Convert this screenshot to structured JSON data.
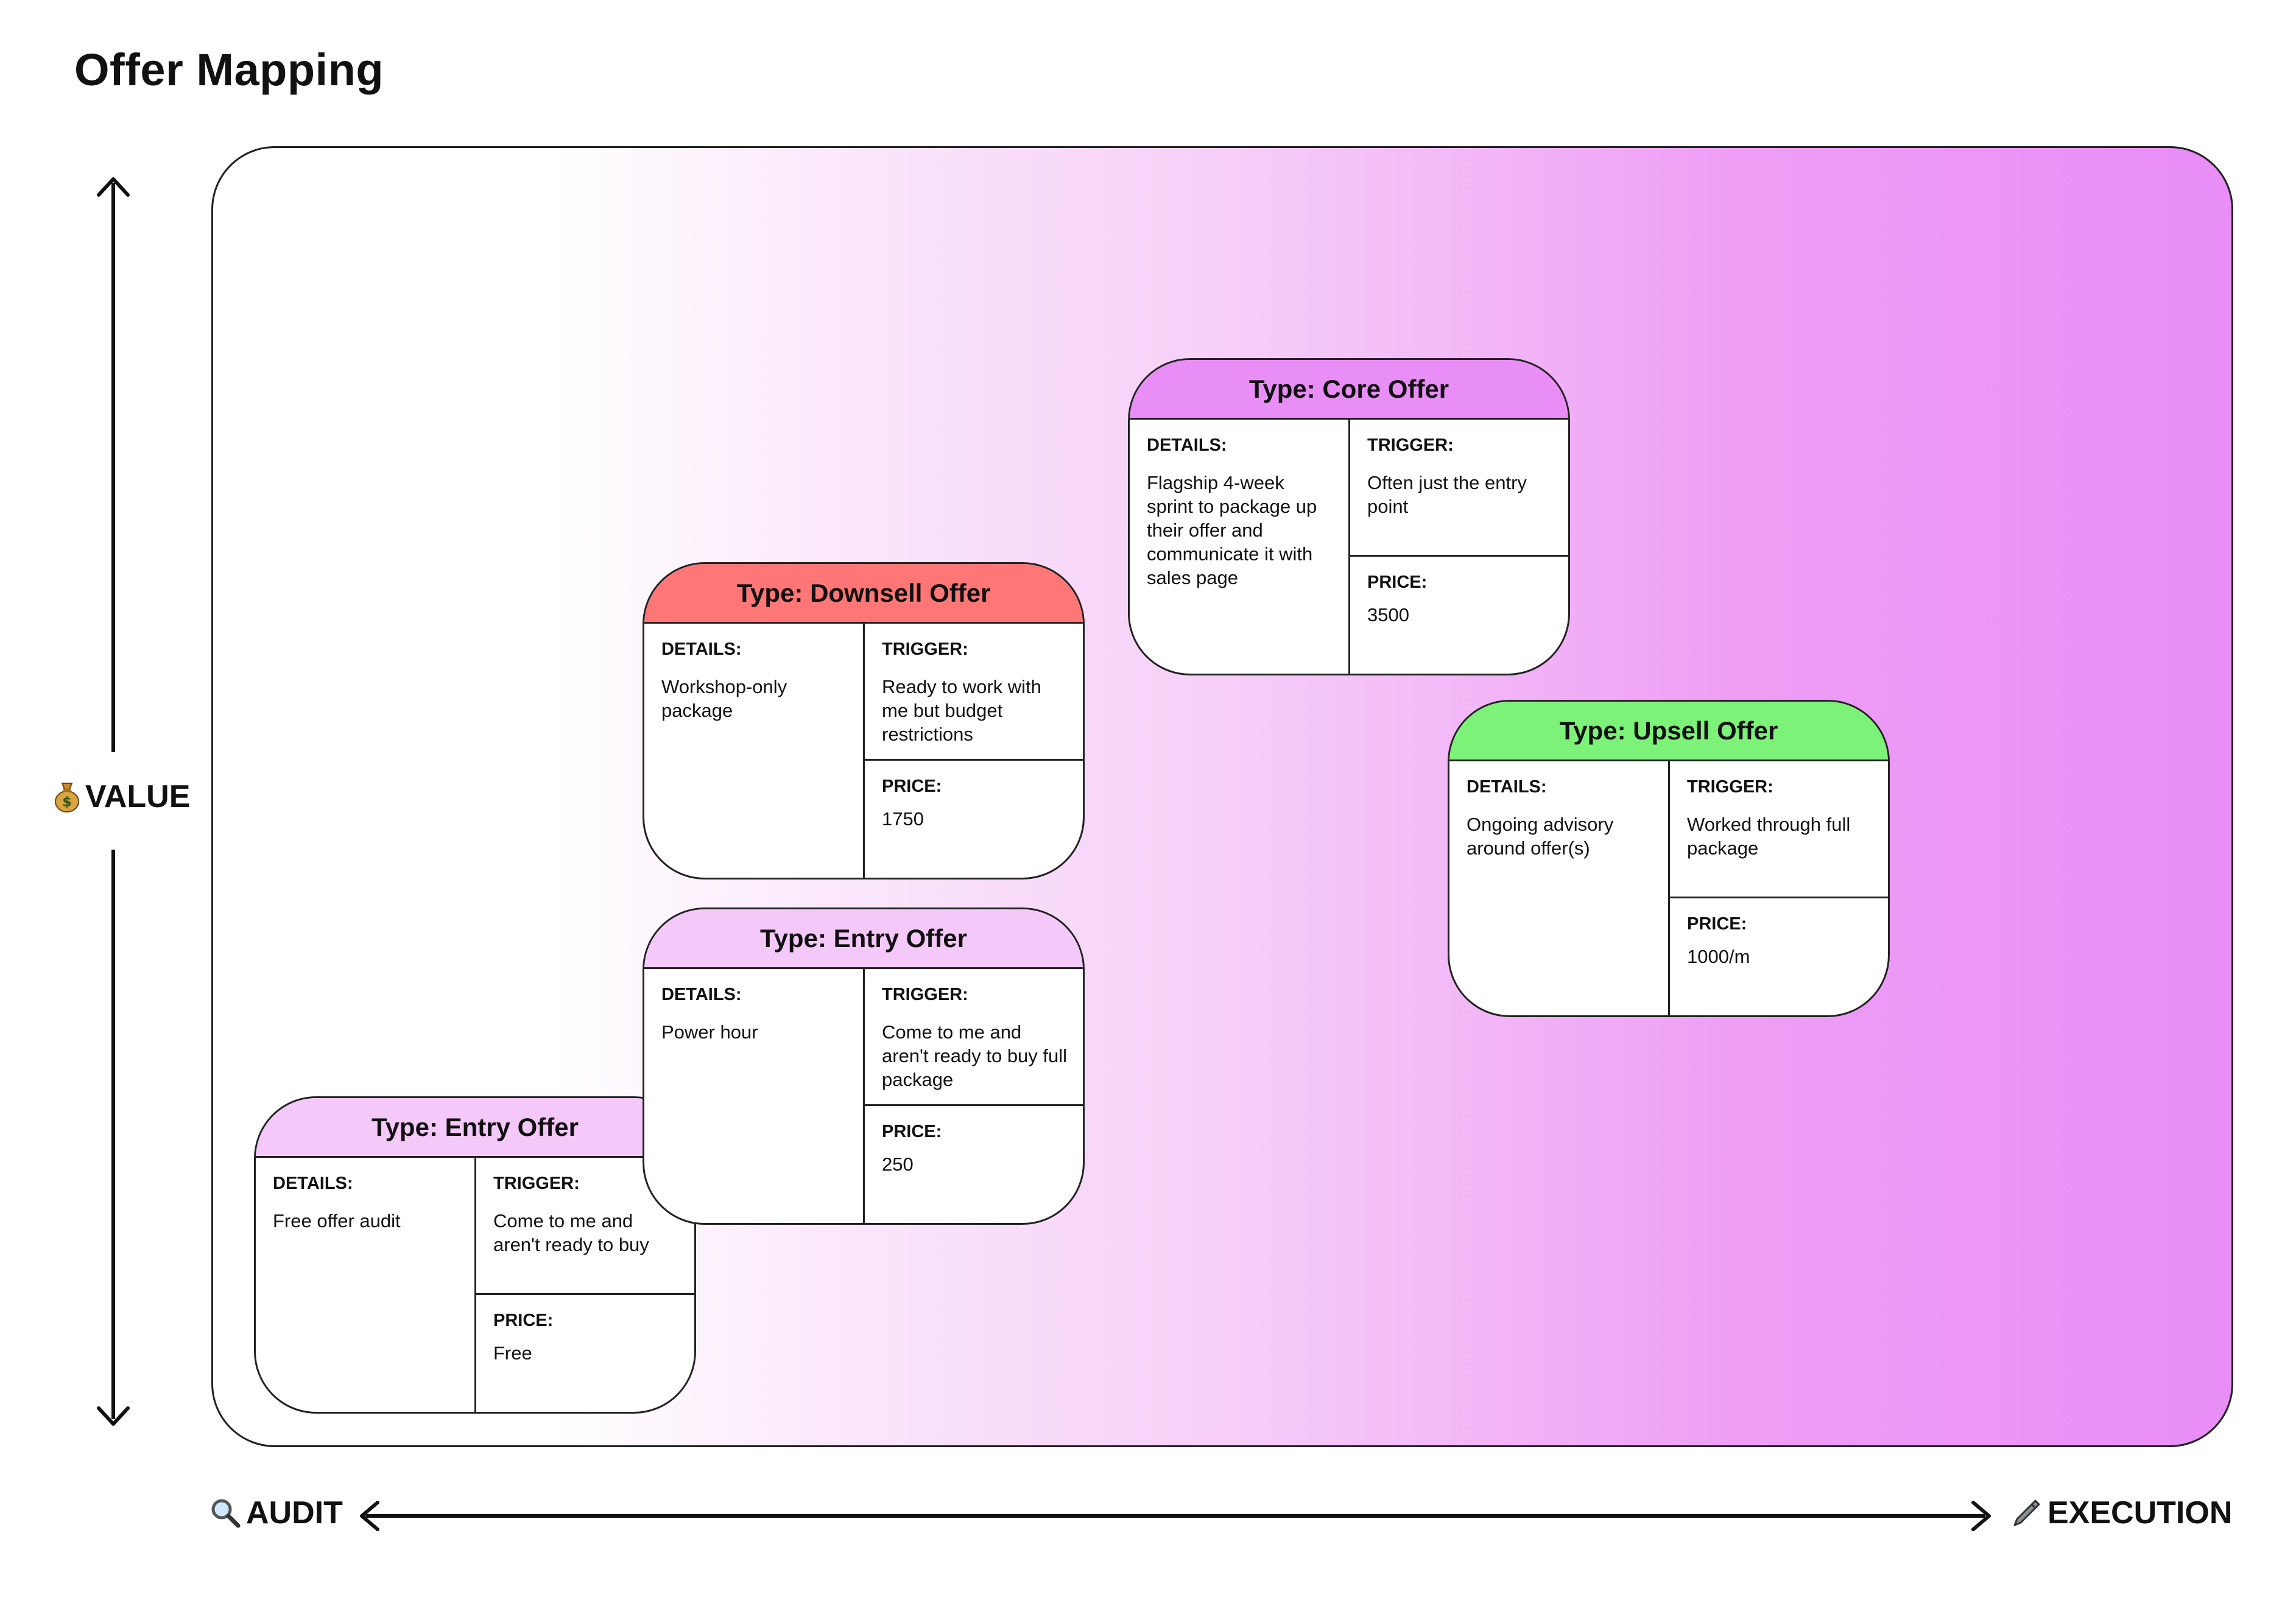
{
  "title": "Offer Mapping",
  "axes": {
    "y_label": "VALUE",
    "y_icon": "money-bag-icon",
    "x_left_label": "AUDIT",
    "x_left_icon": "magnifier-icon",
    "x_right_label": "EXECUTION",
    "x_right_icon": "pen-icon"
  },
  "colors": {
    "core": "#e98df7",
    "downsell": "#ff7676",
    "upsell": "#7cf278",
    "entry": "#f5c8fa",
    "gradient_end": "#e98df7"
  },
  "labels": {
    "details": "DETAILS:",
    "trigger": "TRIGGER:",
    "price": "PRICE:"
  },
  "cards": [
    {
      "title": "Type: Core Offer",
      "details": "Flagship 4-week sprint to package up their offer and communicate it with sales page",
      "trigger": "Often just the entry point",
      "price": "3500"
    },
    {
      "title": "Type: Downsell Offer",
      "details": "Workshop-only package",
      "trigger": "Ready to work with me but budget restrictions",
      "price": "1750"
    },
    {
      "title": "Type: Upsell Offer",
      "details": "Ongoing advisory around offer(s)",
      "trigger": "Worked through full package",
      "price": "1000/m"
    },
    {
      "title": "Type: Entry Offer",
      "details": "Free offer audit",
      "trigger": "Come to me and aren't ready to buy",
      "price": "Free"
    },
    {
      "title": "Type: Entry Offer",
      "details": "Power hour",
      "trigger": "Come to me and aren't ready to buy full package",
      "price": "250"
    }
  ]
}
